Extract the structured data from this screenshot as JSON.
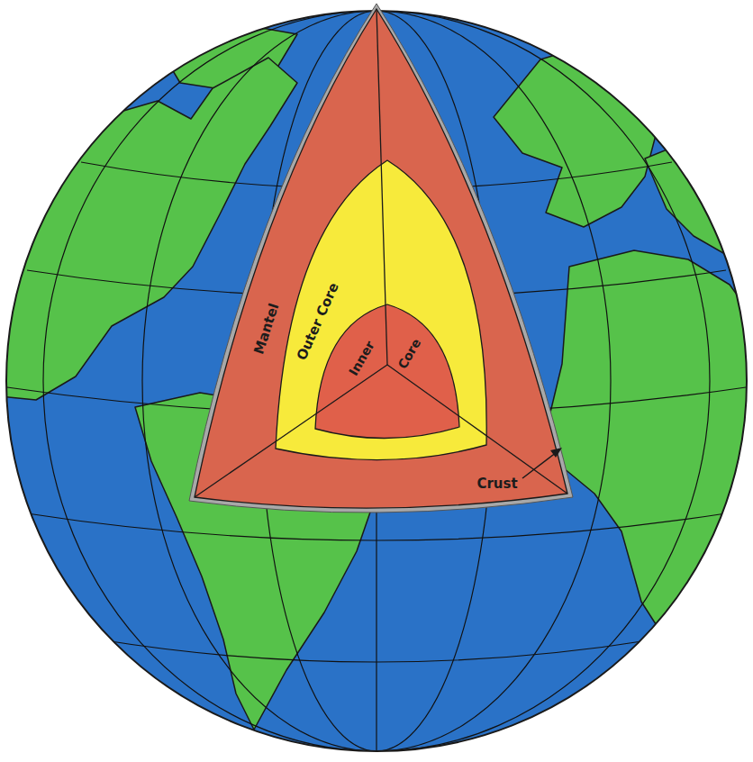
{
  "diagram": {
    "nodes": [
      {
        "text": [
          "Mantel"
        ]
      },
      {
        "text": [
          "Outer Core"
        ],
        "in": 0
      },
      {
        "text": [
          "Inner",
          "Core"
        ],
        "in": 1
      }
    ],
    "labels": [
      "Crust"
    ]
  }
}
